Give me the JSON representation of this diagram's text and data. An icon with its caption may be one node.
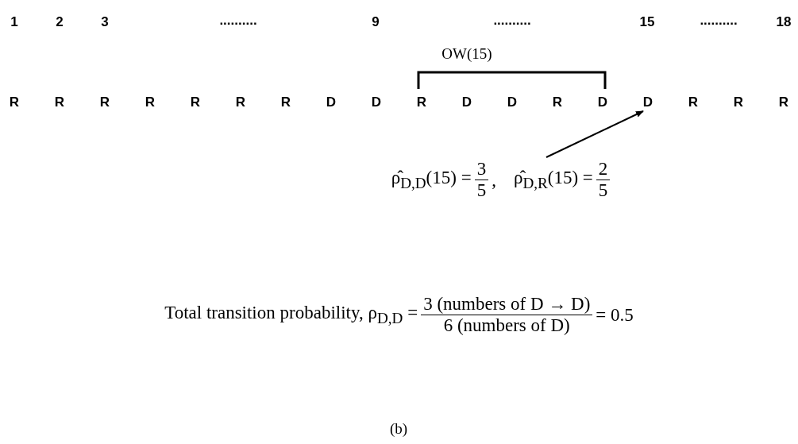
{
  "diagram": {
    "caption": "(b)",
    "nodes": [
      {
        "text": [
          "D"
        ]
      },
      {
        "text": [
          "ρ̂$_{D,D}$(15) =",
          "3",
          "5",
          ",",
          "ρ̂$_{D,R}$(15) =",
          "2",
          "5"
        ]
      }
    ],
    "edges": [
      {
        "from": 1,
        "to": 0,
        "arrow": "to"
      }
    ],
    "labels": [
      "1",
      "2",
      "3",
      "..........",
      "9",
      "..........",
      "15",
      "..........",
      "18",
      "OW(15)",
      "R",
      "R",
      "R",
      "R",
      "R",
      "R",
      "R",
      "D",
      "D",
      "R",
      "D",
      "D",
      "R",
      "D",
      "R",
      "R",
      "R",
      "Total transition probability, ρ$_{D,D}$ =",
      "3 (numbers of D → D)",
      "6 (numbers of D)",
      "= 0.5"
    ]
  }
}
